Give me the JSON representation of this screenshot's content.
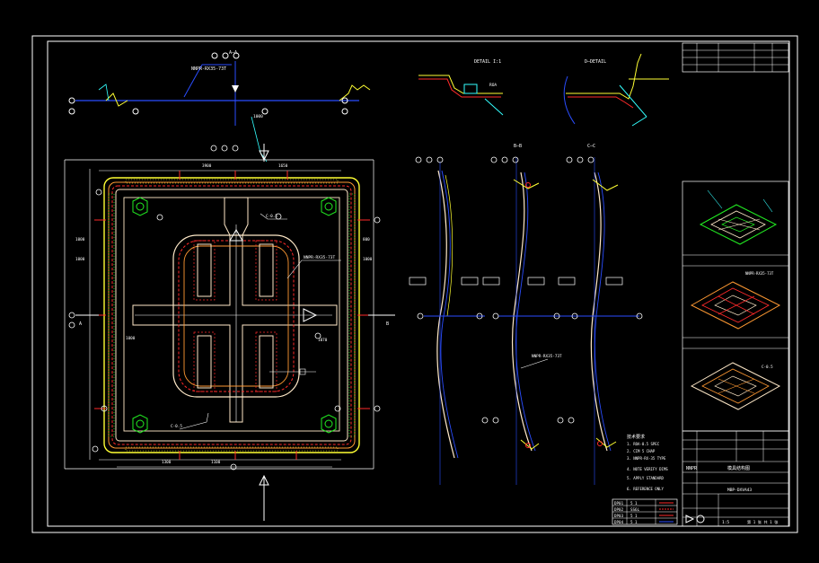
{
  "drawing": {
    "background": "#000000",
    "colors": {
      "frame": "#ffffff",
      "yellow": "#ffff33",
      "red": "#ff2a2a",
      "blue": "#2a4dff",
      "cyan": "#33ffff",
      "green": "#22ee22",
      "white": "#ffffff",
      "orange": "#ff9933",
      "pale": "#ffe9c8"
    },
    "title_block": {
      "company": "NNPR",
      "main_title": "模具结构图",
      "drawing_no": "MBP-DXVA43",
      "scale": "1:5",
      "sheet": "第 1 张 共 1 张"
    },
    "section_labels": {
      "aa": "A—A",
      "bb": "B—B",
      "cc": "C—C",
      "detail_i": "DETAIL  I:1",
      "detail_ii": "D—DETAIL"
    },
    "notes_heading": "技术要求",
    "revision_rows": [
      {
        "code": "DP01",
        "text": "5  1"
      },
      {
        "code": "DP02",
        "text": "SS6L"
      },
      {
        "code": "DP03",
        "text": "5  1"
      },
      {
        "code": "DP04",
        "text": "5  1"
      }
    ],
    "leaders": {
      "side_a": "A",
      "side_b": "B",
      "main_callout": "NNPR-RX35-73T"
    }
  }
}
